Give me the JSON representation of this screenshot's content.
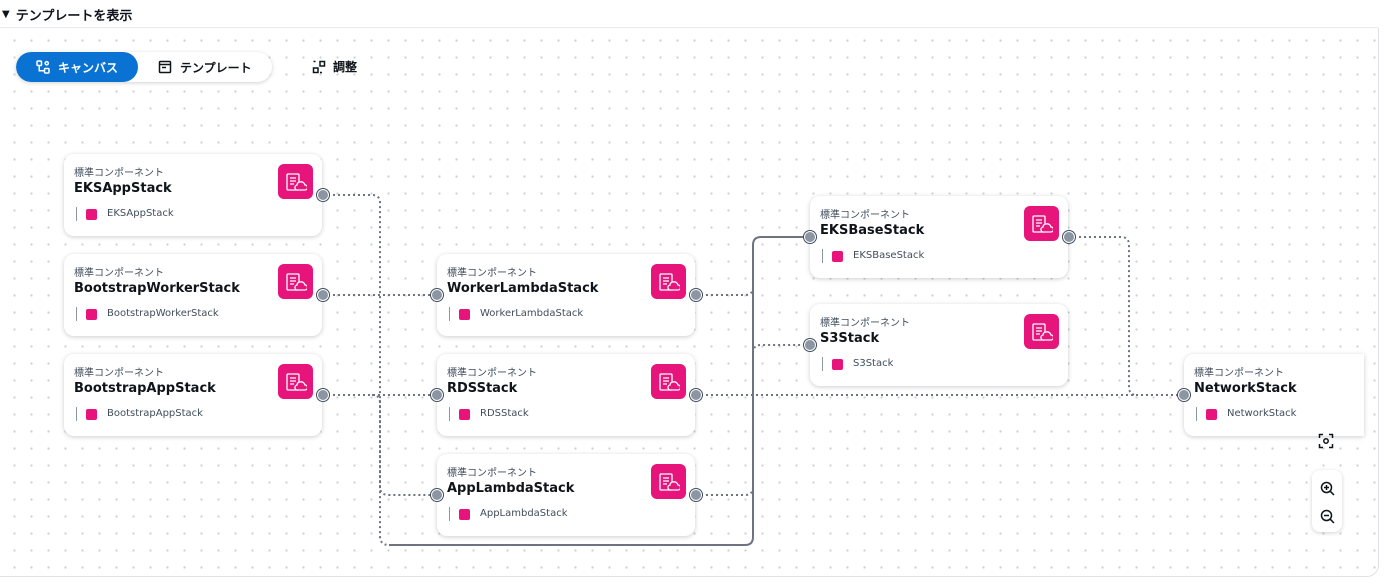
{
  "section": {
    "toggle": "▼",
    "title": "テンプレートを表示"
  },
  "toolbar": {
    "canvas_label": "キャンバス",
    "template_label": "テンプレート",
    "adjust_label": "調整"
  },
  "nodes": [
    {
      "type": "標準コンポーネント",
      "name": "EKSAppStack",
      "sub": "EKSAppStack"
    },
    {
      "type": "標準コンポーネント",
      "name": "BootstrapWorkerStack",
      "sub": "BootstrapWorkerStack"
    },
    {
      "type": "標準コンポーネント",
      "name": "BootstrapAppStack",
      "sub": "BootstrapAppStack"
    },
    {
      "type": "標準コンポーネント",
      "name": "WorkerLambdaStack",
      "sub": "WorkerLambdaStack"
    },
    {
      "type": "標準コンポーネント",
      "name": "RDSStack",
      "sub": "RDSStack"
    },
    {
      "type": "標準コンポーネント",
      "name": "AppLambdaStack",
      "sub": "AppLambdaStack"
    },
    {
      "type": "標準コンポーネント",
      "name": "EKSBaseStack",
      "sub": "EKSBaseStack"
    },
    {
      "type": "標準コンポーネント",
      "name": "S3Stack",
      "sub": "S3Stack"
    },
    {
      "type": "標準コンポーネント",
      "name": "NetworkStack",
      "sub": "NetworkStack"
    }
  ],
  "icons": {
    "node_icon": "cloudformation-stack-icon",
    "accent": "#e7157b",
    "primary": "#0972d3"
  }
}
